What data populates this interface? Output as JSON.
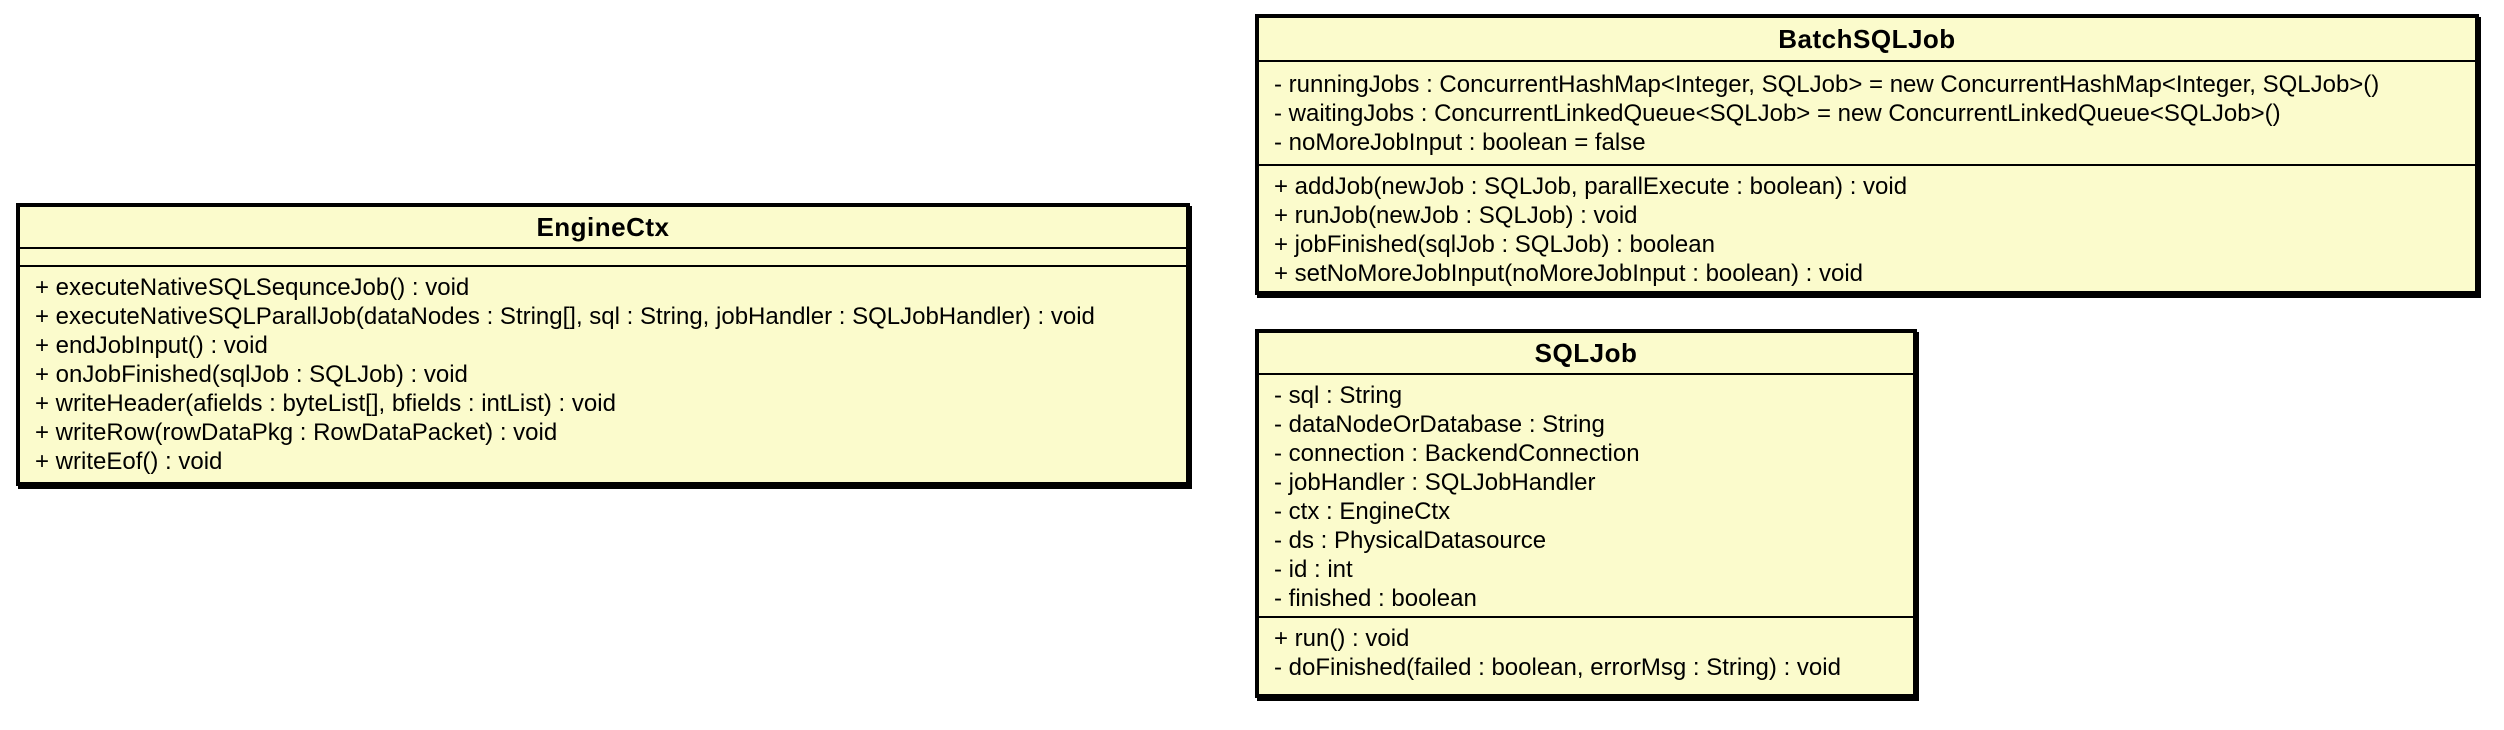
{
  "diagram": {
    "type": "uml-class-diagram",
    "box_fill": "#fbfbcc",
    "box_border": "#000000",
    "page_background": "#ffffff",
    "classes": [
      {
        "name": "EngineCtx",
        "attributes": [],
        "methods": [
          "+ executeNativeSQLSequnceJob() : void",
          "+ executeNativeSQLParallJob(dataNodes : String[], sql : String, jobHandler : SQLJobHandler) : void",
          "+ endJobInput() : void",
          "+ onJobFinished(sqlJob : SQLJob) : void",
          "+ writeHeader(afields : byteList[], bfields : intList) : void",
          "+ writeRow(rowDataPkg : RowDataPacket) : void",
          "+ writeEof() : void"
        ]
      },
      {
        "name": "BatchSQLJob",
        "attributes": [
          "- runningJobs : ConcurrentHashMap<Integer, SQLJob> = new ConcurrentHashMap<Integer, SQLJob>()",
          "- waitingJobs : ConcurrentLinkedQueue<SQLJob> = new ConcurrentLinkedQueue<SQLJob>()",
          "- noMoreJobInput : boolean = false"
        ],
        "methods": [
          "+ addJob(newJob : SQLJob, parallExecute : boolean) : void",
          "+ runJob(newJob : SQLJob) : void",
          "+ jobFinished(sqlJob : SQLJob) : boolean",
          "+ setNoMoreJobInput(noMoreJobInput : boolean) : void"
        ]
      },
      {
        "name": "SQLJob",
        "attributes": [
          "- sql : String",
          "- dataNodeOrDatabase : String",
          "- connection : BackendConnection",
          "- jobHandler : SQLJobHandler",
          "- ctx : EngineCtx",
          "- ds : PhysicalDatasource",
          "- id : int",
          "- finished : boolean"
        ],
        "methods": [
          "+ run() : void",
          "- doFinished(failed : boolean, errorMsg : String) : void"
        ]
      }
    ]
  }
}
